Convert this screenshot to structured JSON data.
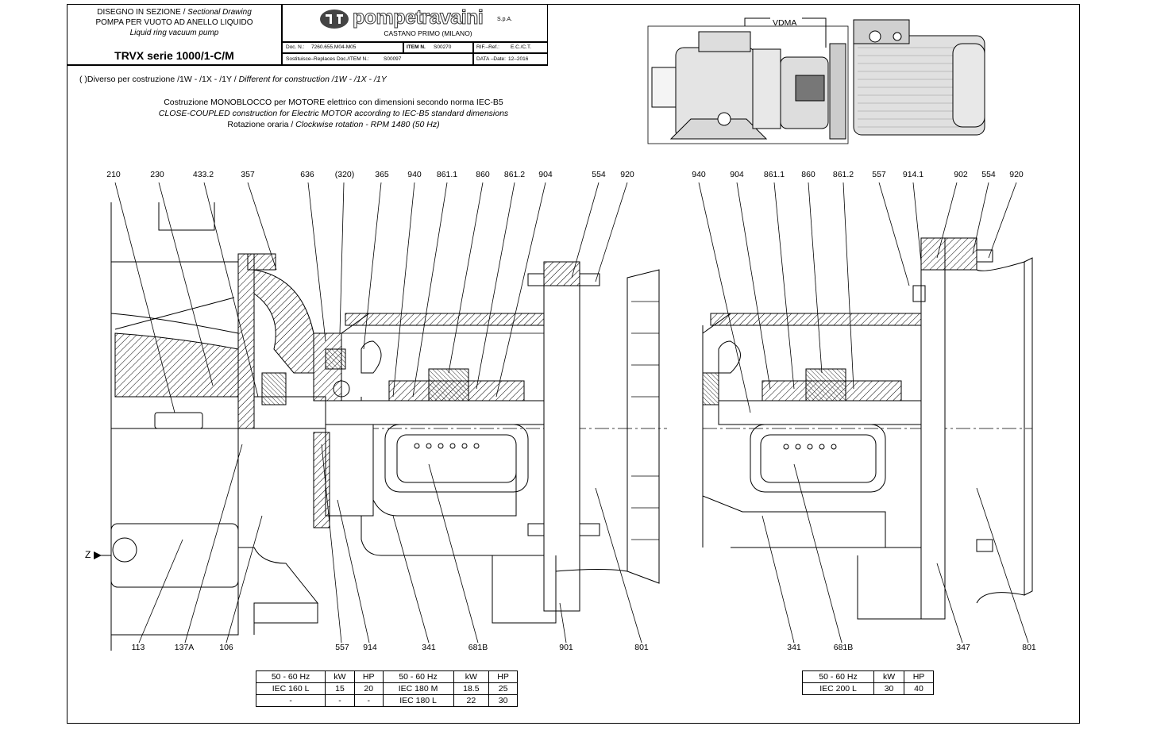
{
  "title_block": {
    "drawing_type_it": "DISEGNO IN SEZIONE",
    "drawing_type_sep": " / ",
    "drawing_type_en": "Sectional Drawing",
    "pump_desc_it": "POMPA PER VUOTO AD ANELLO LIQUIDO",
    "pump_desc_en": "Liquid ring vacuum pump",
    "model": "TRVX serie 1000/1-C/M",
    "company": "pompetravaini",
    "company_suffix": "S.p.A.",
    "company_city": "CASTANO PRIMO (MILANO)",
    "doc_label": "Doc. N.:",
    "doc_value": "7260.655.M04-M05",
    "item_label": "ITEM N.",
    "item_value": "S00270",
    "ref_label": "RIF.–Ref.:",
    "ref_value": "E.C./C.T.",
    "replaces_label": "Sostituisce–Replaces Doc./ITEM N.:",
    "replaces_value": "S00097",
    "date_label": "DATA –Date:",
    "date_value": "12–2016"
  },
  "notes": {
    "construction_variant_prefix": "( )",
    "construction_variant_it": "Diverso per costruzione /1W - /1X - /1Y / ",
    "construction_variant_en": "Different for construction /1W - /1X - /1Y",
    "line1": "Costruzione MONOBLOCCO per MOTORE elettrico con dimensioni secondo norma IEC-B5",
    "line2": "CLOSE-COUPLED construction for Electric MOTOR according to IEC-B5 standard dimensions",
    "line3_it": "Rotazione oraria / ",
    "line3_en": "Clockwise rotation - RPM 1480 (50 Hz)"
  },
  "thumbnail": {
    "vdma_label": "VDMA"
  },
  "callouts_left_top": [
    "210",
    "230",
    "433.2",
    "357",
    "636",
    "(320)",
    "365",
    "940",
    "861.1",
    "860",
    "861.2",
    "904",
    "554",
    "920"
  ],
  "callouts_right_top": [
    "940",
    "904",
    "861.1",
    "860",
    "861.2",
    "557",
    "914.1",
    "902",
    "554",
    "920"
  ],
  "callouts_left_bottom": [
    "113",
    "137A",
    "106",
    "557",
    "914",
    "341",
    "681B",
    "901",
    "801"
  ],
  "callouts_right_bottom": [
    "341",
    "681B",
    "347",
    "801"
  ],
  "view_marker": "Z",
  "table_left": {
    "header": [
      "50 - 60 Hz",
      "kW",
      "HP",
      "50 - 60 Hz",
      "kW",
      "HP"
    ],
    "rows": [
      [
        "IEC 160  L",
        "15",
        "20",
        "IEC 180  M",
        "18.5",
        "25"
      ],
      [
        "-",
        "-",
        "-",
        "IEC 180  L",
        "22",
        "30"
      ]
    ]
  },
  "table_right": {
    "header": [
      "50 - 60 Hz",
      "kW",
      "HP"
    ],
    "rows": [
      [
        "IEC 200  L",
        "30",
        "40"
      ]
    ]
  }
}
